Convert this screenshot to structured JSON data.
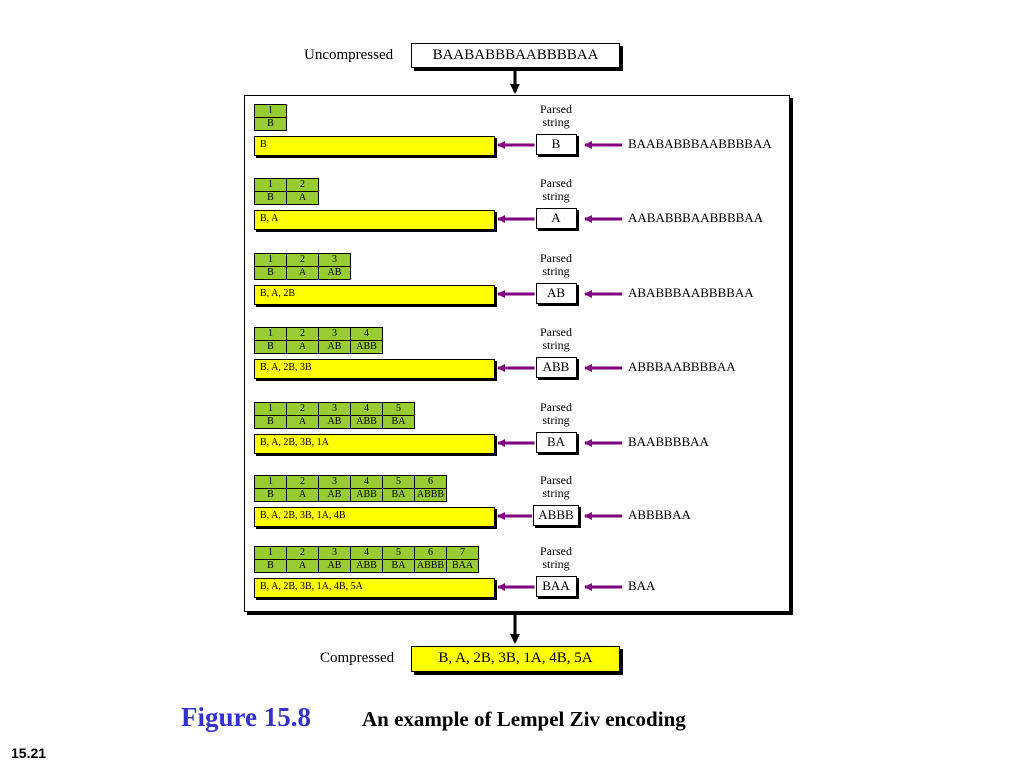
{
  "uncompressed": {
    "label": "Uncompressed",
    "value": "BAABABBBAABBBBAA"
  },
  "steps": [
    {
      "keys": [
        "1"
      ],
      "entries": [
        "B"
      ],
      "output": "B",
      "parsed_label": [
        "Parsed",
        "string"
      ],
      "parsed": "B",
      "input": "BAABABBBAABBBBAA"
    },
    {
      "keys": [
        "1",
        "2"
      ],
      "entries": [
        "B",
        "A"
      ],
      "output": "B, A",
      "parsed_label": [
        "Parsed",
        "string"
      ],
      "parsed": "A",
      "input": "AABABBBAABBBBAA"
    },
    {
      "keys": [
        "1",
        "2",
        "3"
      ],
      "entries": [
        "B",
        "A",
        "AB"
      ],
      "output": "B, A, 2B",
      "parsed_label": [
        "Parsed",
        "string"
      ],
      "parsed": "AB",
      "input": "ABABBBAABBBBAA"
    },
    {
      "keys": [
        "1",
        "2",
        "3",
        "4"
      ],
      "entries": [
        "B",
        "A",
        "AB",
        "ABB"
      ],
      "output": "B, A, 2B, 3B",
      "parsed_label": [
        "Parsed",
        "string"
      ],
      "parsed": "ABB",
      "input": "ABBBAABBBBAA"
    },
    {
      "keys": [
        "1",
        "2",
        "3",
        "4",
        "5"
      ],
      "entries": [
        "B",
        "A",
        "AB",
        "ABB",
        "BA"
      ],
      "output": "B, A, 2B, 3B, 1A",
      "parsed_label": [
        "Parsed",
        "string"
      ],
      "parsed": "BA",
      "input": "BAABBBBAA"
    },
    {
      "keys": [
        "1",
        "2",
        "3",
        "4",
        "5",
        "6"
      ],
      "entries": [
        "B",
        "A",
        "AB",
        "ABB",
        "BA",
        "ABBB"
      ],
      "output": "B, A, 2B, 3B, 1A, 4B",
      "parsed_label": [
        "Parsed",
        "string"
      ],
      "parsed": "ABBB",
      "input": "ABBBBAA"
    },
    {
      "keys": [
        "1",
        "2",
        "3",
        "4",
        "5",
        "6",
        "7"
      ],
      "entries": [
        "B",
        "A",
        "AB",
        "ABB",
        "BA",
        "ABBB",
        "BAA"
      ],
      "output": "B, A, 2B, 3B, 1A, 4B, 5A",
      "parsed_label": [
        "Parsed",
        "string"
      ],
      "parsed": "BAA",
      "input": "BAA"
    }
  ],
  "compressed": {
    "label": "Compressed",
    "value": "B, A, 2B, 3B, 1A, 4B, 5A"
  },
  "caption": {
    "number": "Figure 15.8",
    "text": "An example of Lempel Ziv encoding"
  },
  "slide_number": "15.21",
  "colors": {
    "dictionary": "#99cc33",
    "output_bar": "#ffff00",
    "arrow": "#800080",
    "caption_number": "#3333cc"
  }
}
